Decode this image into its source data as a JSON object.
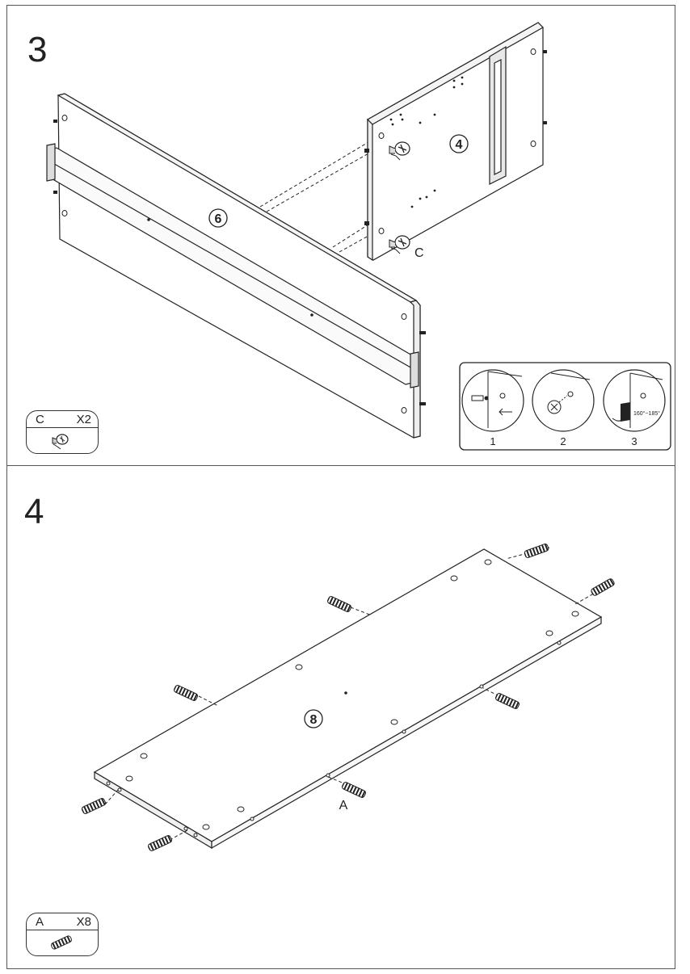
{
  "steps": [
    {
      "number": "3",
      "panel_labels": {
        "main": "6",
        "side": "4"
      },
      "callout": "C",
      "parts": {
        "code": "C",
        "qty": "X2",
        "icon": "cam-lock-icon"
      },
      "detail": {
        "frames": [
          "1",
          "2",
          "3"
        ],
        "angle_label": "160°~185°"
      }
    },
    {
      "number": "4",
      "panel_labels": {
        "main": "8"
      },
      "callout": "A",
      "parts": {
        "code": "A",
        "qty": "X8",
        "icon": "dowel-icon"
      }
    }
  ]
}
